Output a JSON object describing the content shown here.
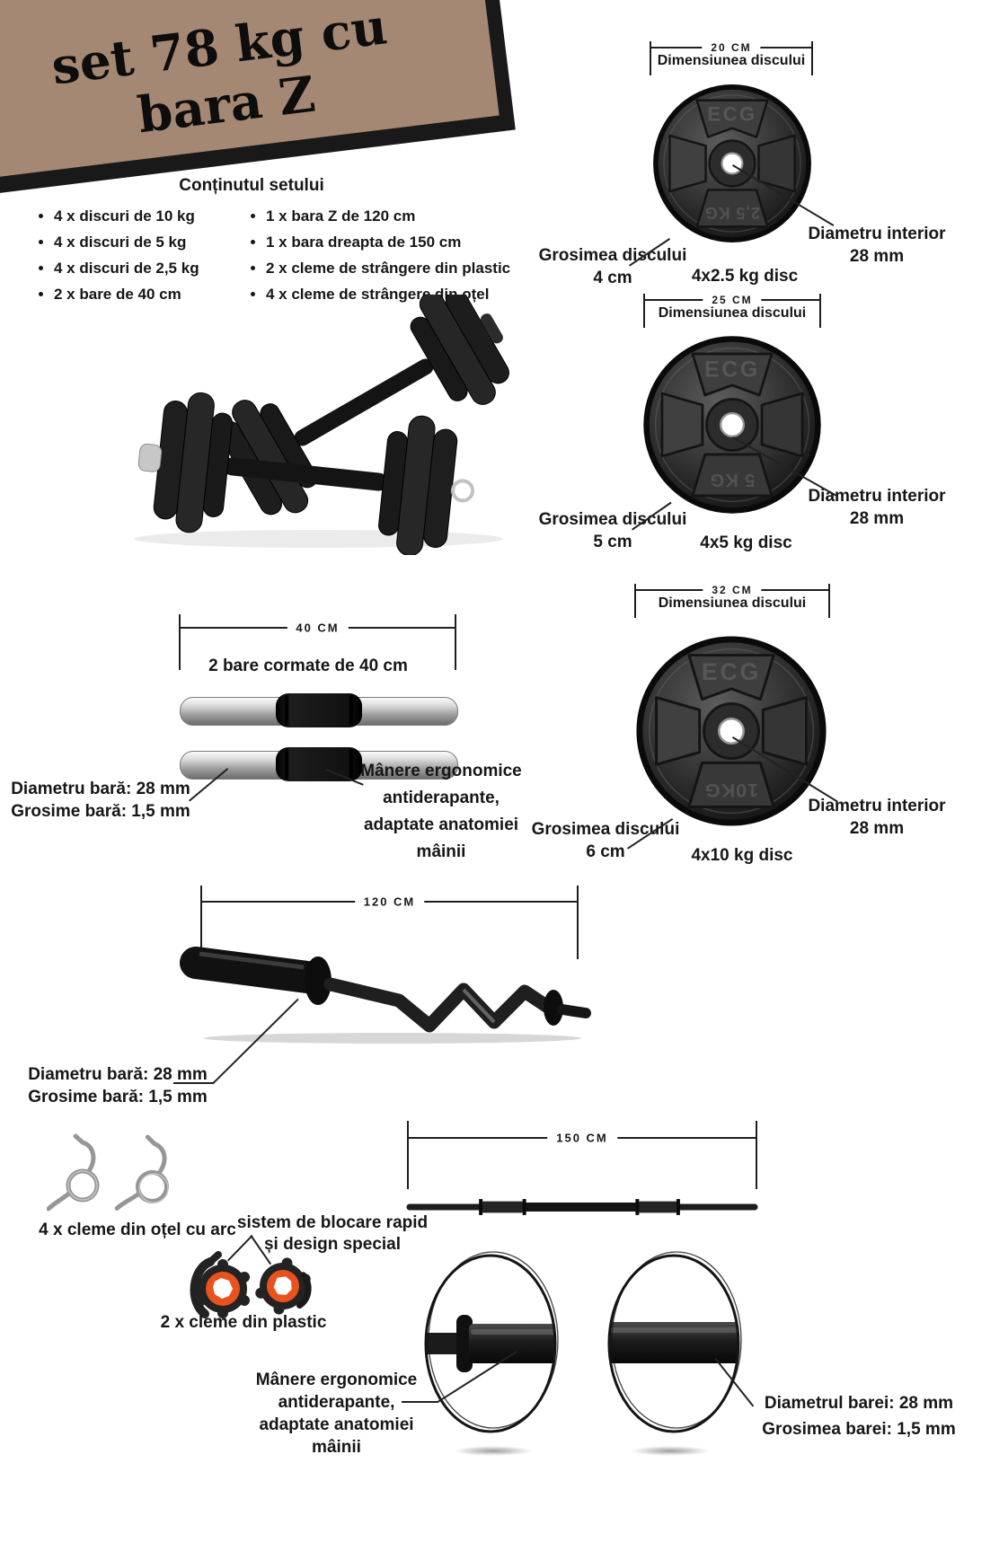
{
  "title": {
    "line1": "set 78 kg cu",
    "line2": "bara Z"
  },
  "contents": {
    "heading": "Conținutul setului",
    "col1": [
      "4 x discuri de 10 kg",
      "4 x discuri de 5 kg",
      "4 x discuri de 2,5 kg",
      "2 x bare de 40 cm"
    ],
    "col2": [
      "1 x bara Z de 120 cm",
      "1 x bara dreapta de 150 cm",
      "2 x cleme de strângere din plastic",
      "4 x cleme de strângere din oțel"
    ]
  },
  "discs": [
    {
      "dim": "20 CM",
      "dim_caption": "Dimensiunea discului",
      "brand": "ECG",
      "weight_mark": "2,5 KG",
      "thickness_label": "Grosimea discului",
      "thickness_value": "4 cm",
      "name": "4x2.5 kg disc",
      "inner_label": "Diametru interior",
      "inner_value": "28 mm"
    },
    {
      "dim": "25 CM",
      "dim_caption": "Dimensiunea discului",
      "brand": "ECG",
      "weight_mark": "5 KG",
      "thickness_label": "Grosimea discului",
      "thickness_value": "5 cm",
      "name": "4x5 kg disc",
      "inner_label": "Diametru interior",
      "inner_value": "28 mm"
    },
    {
      "dim": "32 CM",
      "dim_caption": "Dimensiunea discului",
      "brand": "ECG",
      "weight_mark": "10KG",
      "thickness_label": "Grosimea discului",
      "thickness_value": "6 cm",
      "name": "4x10 kg disc",
      "inner_label": "Diametru interior",
      "inner_value": "28 mm"
    }
  ],
  "short_bars": {
    "dim": "40 CM",
    "caption": "2 bare cormate de 40 cm",
    "left_line1": "Diametru bară: 28 mm",
    "left_line2": "Grosime bară: 1,5 mm",
    "right_lines": [
      "Mânere ergonomice",
      "antiderapante,",
      "adaptate anatomiei",
      "mâinii"
    ]
  },
  "z_bar": {
    "dim": "120 CM",
    "label_line1": "Diametru bară: 28 mm",
    "label_line2": "Grosime bară: 1,5 mm"
  },
  "straight_bar": {
    "dim": "150 CM"
  },
  "clamps": {
    "steel_label": "4 x cleme din oțel cu arc",
    "system_lines": [
      "sistem de blocare rapid",
      "și design special"
    ],
    "plastic_label": "2 x cleme din plastic"
  },
  "insets": {
    "left_lines": [
      "Mânere ergonomice",
      "antiderapante,",
      "adaptate anatomiei",
      "mâinii"
    ],
    "right_line1": "Diametrul barei: 28 mm",
    "right_line2": "Grosimea barei: 1,5 mm"
  },
  "colors": {
    "banner": "#a48874",
    "banner_shadow": "#191919",
    "ink": "#161616",
    "clamp_orange": "#e8531d"
  }
}
